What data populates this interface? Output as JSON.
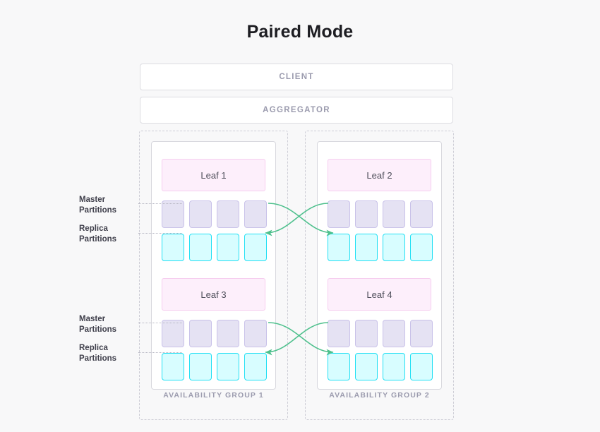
{
  "title": "Paired Mode",
  "background_color": "#f8f8f9",
  "colors": {
    "title_text": "#1d1d22",
    "bar_text": "#9b9bae",
    "bar_border": "#dcdce1",
    "group_border": "#cdcdd6",
    "card_border": "#d8d8de",
    "leaf_fill": "#fdeffb",
    "leaf_border": "#f6cdef",
    "leaf_text": "#4e4e5a",
    "master_fill": "#e5e2f3",
    "master_border": "#c9c2e9",
    "replica_fill": "#d8fdff",
    "replica_border": "#22e0f4",
    "arrow": "#4ec08d",
    "annotation_text": "#3f3f4b",
    "leader_line": "#b6b6c2"
  },
  "top_bars": [
    {
      "id": "client",
      "label": "CLIENT"
    },
    {
      "id": "aggregator",
      "label": "AGGREGATOR"
    }
  ],
  "annotations": [
    {
      "id": "master-top",
      "line1": "Master",
      "line2": "Partitions"
    },
    {
      "id": "replica-top",
      "line1": "Replica",
      "line2": "Partitions"
    },
    {
      "id": "master-bottom",
      "line1": "Master",
      "line2": "Partitions"
    },
    {
      "id": "replica-bottom",
      "line1": "Replica",
      "line2": "Partitions"
    }
  ],
  "groups": [
    {
      "id": "group-1",
      "label": "AVAILABILITY GROUP 1",
      "leaves": [
        {
          "id": "leaf-1",
          "label": "Leaf 1",
          "master_partitions": [
            "",
            "",
            "",
            ""
          ],
          "replica_partitions": [
            "",
            "",
            "",
            ""
          ]
        },
        {
          "id": "leaf-3",
          "label": "Leaf 3",
          "master_partitions": [
            "",
            "",
            "",
            ""
          ],
          "replica_partitions": [
            "",
            "",
            "",
            ""
          ]
        }
      ]
    },
    {
      "id": "group-2",
      "label": "AVAILABILITY GROUP 2",
      "leaves": [
        {
          "id": "leaf-2",
          "label": "Leaf 2",
          "master_partitions": [
            "",
            "",
            "",
            ""
          ],
          "replica_partitions": [
            "",
            "",
            "",
            ""
          ]
        },
        {
          "id": "leaf-4",
          "label": "Leaf 4",
          "master_partitions": [
            "",
            "",
            "",
            ""
          ],
          "replica_partitions": [
            "",
            "",
            "",
            ""
          ]
        }
      ]
    }
  ],
  "replication_arrows": [
    {
      "id": "leaf1-master-to-leaf2-replica",
      "from": "leaf-1 master",
      "to": "leaf-2 replica"
    },
    {
      "id": "leaf2-master-to-leaf1-replica",
      "from": "leaf-2 master",
      "to": "leaf-1 replica"
    },
    {
      "id": "leaf3-master-to-leaf4-replica",
      "from": "leaf-3 master",
      "to": "leaf-4 replica"
    },
    {
      "id": "leaf4-master-to-leaf3-replica",
      "from": "leaf-4 master",
      "to": "leaf-3 replica"
    }
  ]
}
